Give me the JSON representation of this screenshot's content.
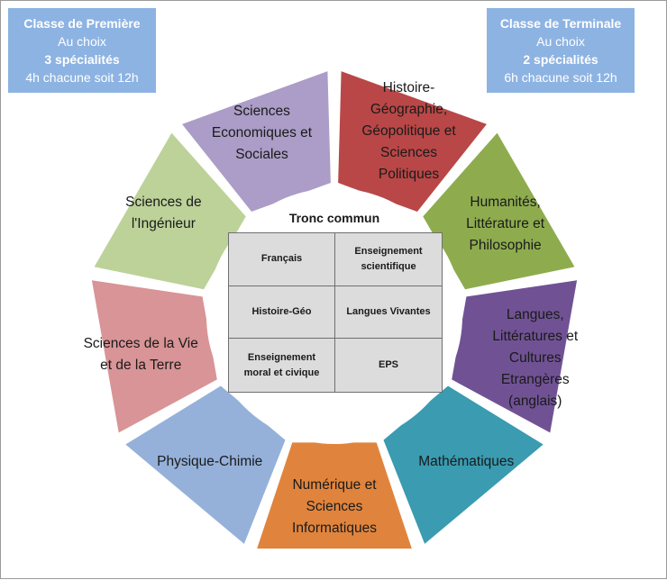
{
  "premiere": {
    "line1": "Classe de Première",
    "line2": "Au choix",
    "line3": "3 spécialités",
    "line4": "4h chacune soit 12h"
  },
  "terminale": {
    "line1": "Classe de Terminale",
    "line2": "Au choix",
    "line3": "2 spécialités",
    "line4": "6h chacune soit 12h"
  },
  "segments": [
    {
      "label": "Histoire-\nGéographie,\nGéopolitique et\nSciences\nPolitiques",
      "color": "#b94747"
    },
    {
      "label": "Humanités,\nLittérature et\nPhilosophie",
      "color": "#8eac4e"
    },
    {
      "label": "Langues,\nLittératures et\nCultures\nEtrangères\n(anglais)",
      "color": "#705294"
    },
    {
      "label": "Mathématiques",
      "color": "#3a9bb1"
    },
    {
      "label": "Numérique et\nSciences\nInformatiques",
      "color": "#e0843d"
    },
    {
      "label": "Physique-Chimie",
      "color": "#95b1da"
    },
    {
      "label": "Sciences de la Vie\net de la Terre",
      "color": "#d89496"
    },
    {
      "label": "Sciences de\nl'Ingénieur",
      "color": "#bcd299"
    },
    {
      "label": "Sciences\nEconomiques et\nSociales",
      "color": "#ab9dc7"
    }
  ],
  "core": {
    "title": "Tronc commun",
    "cells": [
      "Français",
      "Enseignement\nscientifique",
      "Histoire-Géo",
      "Langues Vivantes",
      "Enseignement\nmoral et civique",
      "EPS"
    ]
  }
}
